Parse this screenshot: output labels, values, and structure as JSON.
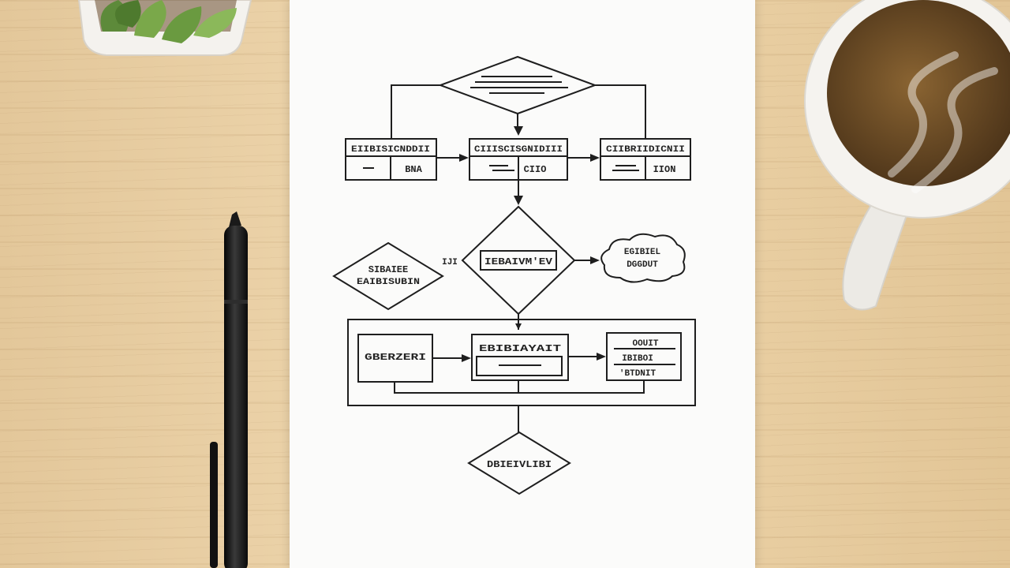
{
  "diagram": {
    "top_decision": "",
    "process_left": {
      "header": "EIIBISICNDDII",
      "left_cell": "",
      "right_cell": "BNA"
    },
    "process_center": {
      "header": "CIIISCISGNIDIII",
      "left_cell": "",
      "right_cell": "CIIO"
    },
    "process_right": {
      "header": "CIIBRIIDICNII",
      "left_cell": "",
      "right_cell": "IION"
    },
    "side_decision": {
      "line1": "SIBAIEE",
      "line2": "EAIBISUBIN"
    },
    "side_connector": "IJI",
    "main_decision": "IEBAIVM'EV",
    "cloud": {
      "line1": "EGIBIEL",
      "line2": "DGGDUT"
    },
    "group_left": "GBERZERI",
    "group_center": "EBIBIAYAIT",
    "group_right": {
      "line1": "OOUIT",
      "line2": "IBIBOI",
      "line3": "'BTDNIT"
    },
    "bottom_decision": "DBIEIVLIBI"
  },
  "colors": {
    "desk": "#e8cda1",
    "paper": "#fbfbfa",
    "ink": "#1e1e1e",
    "coffee": "#6b4a24",
    "mug": "#f5f3ef",
    "pen": "#161616",
    "plant": "#5d8a3a"
  }
}
